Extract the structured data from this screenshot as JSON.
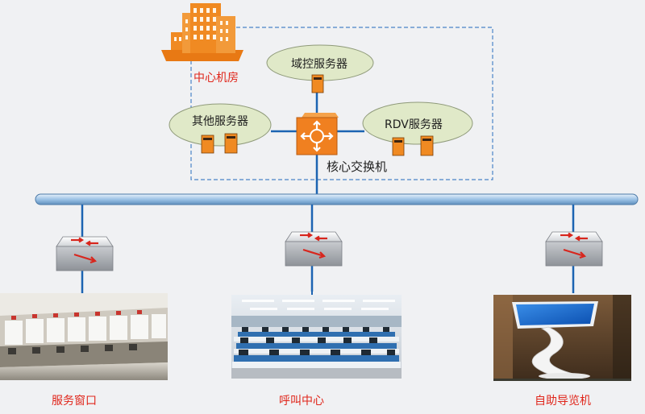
{
  "datacenter": {
    "label": "中心机房"
  },
  "core_switch": {
    "label": "核心交换机"
  },
  "servers": {
    "domain_controller": "域控服务器",
    "other": "其他服务器",
    "rdv": "RDV服务器"
  },
  "endpoints": {
    "service_window": "服务窗口",
    "call_center": "呼叫中心",
    "kiosk": "自助导览机"
  },
  "colors": {
    "link": "#1c64b2",
    "bus": "#9dc3e6",
    "orange": "#f08020",
    "ellipse": "#e0e9c8",
    "red_label": "#e0261b"
  }
}
